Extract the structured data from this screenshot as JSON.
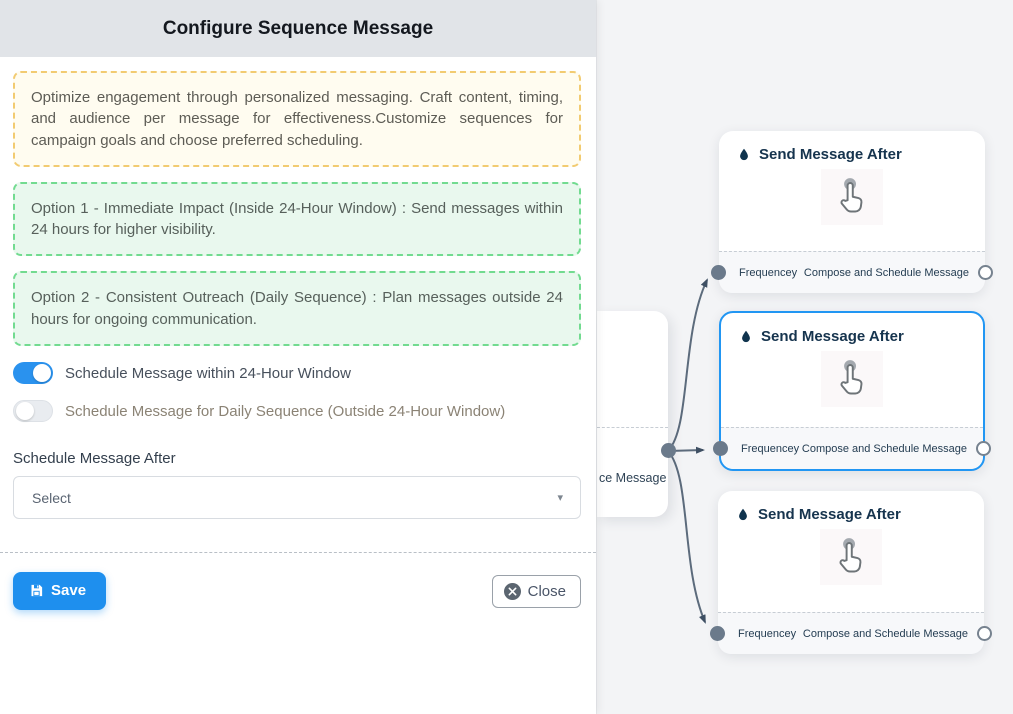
{
  "panel": {
    "title": "Configure Sequence Message",
    "info_text": "Optimize engagement through personalized messaging. Craft content, timing, and audience per message for effectiveness.Customize sequences for campaign goals and choose preferred scheduling.",
    "option1_text": "Option 1 - Immediate Impact (Inside 24-Hour Window) : Send messages within 24 hours for higher visibility.",
    "option2_text": "Option 2 - Consistent Outreach (Daily Sequence) : Plan messages outside 24 hours for ongoing communication.",
    "toggle_within": {
      "label": "Schedule Message within 24-Hour Window",
      "state": "on"
    },
    "toggle_daily": {
      "label": "Schedule Message for Daily Sequence (Outside 24-Hour Window)",
      "state": "off"
    },
    "schedule_after_label": "Schedule Message After",
    "select_value": "Select",
    "save_label": "Save",
    "close_label": "Close"
  },
  "canvas": {
    "partial_node": {
      "visible_label": "ce Message"
    },
    "nodes": [
      {
        "title": "Send Message After",
        "left_port": "Frequencey",
        "right_port": "Compose and Schedule Message",
        "selected": false
      },
      {
        "title": "Send Message After",
        "left_port": "Frequencey",
        "right_port": "Compose and Schedule Message",
        "selected": true
      },
      {
        "title": "Send Message After",
        "left_port": "Frequencey",
        "right_port": "Compose and Schedule Message",
        "selected": false
      }
    ]
  },
  "icons": {
    "caret": "▾",
    "names": [
      "droplet-icon",
      "tap-hand-icon",
      "save-icon",
      "close-icon",
      "chevron-down-icon"
    ]
  },
  "colors": {
    "accent_blue": "#1e8fee",
    "selected_node_border": "#2196f3",
    "toggle_on": "#2a92ee",
    "yellow_box_border": "#f2cb71",
    "yellow_box_bg": "#fffcf0",
    "green_box_border": "#72db90",
    "green_box_bg": "#e9f8ee",
    "edge": "#5c6b7c",
    "handle_fill": "#6b7a8b",
    "node_title": "#16344e",
    "canvas_bg": "#f3f4f6",
    "header_bg": "#e1e4e8"
  }
}
